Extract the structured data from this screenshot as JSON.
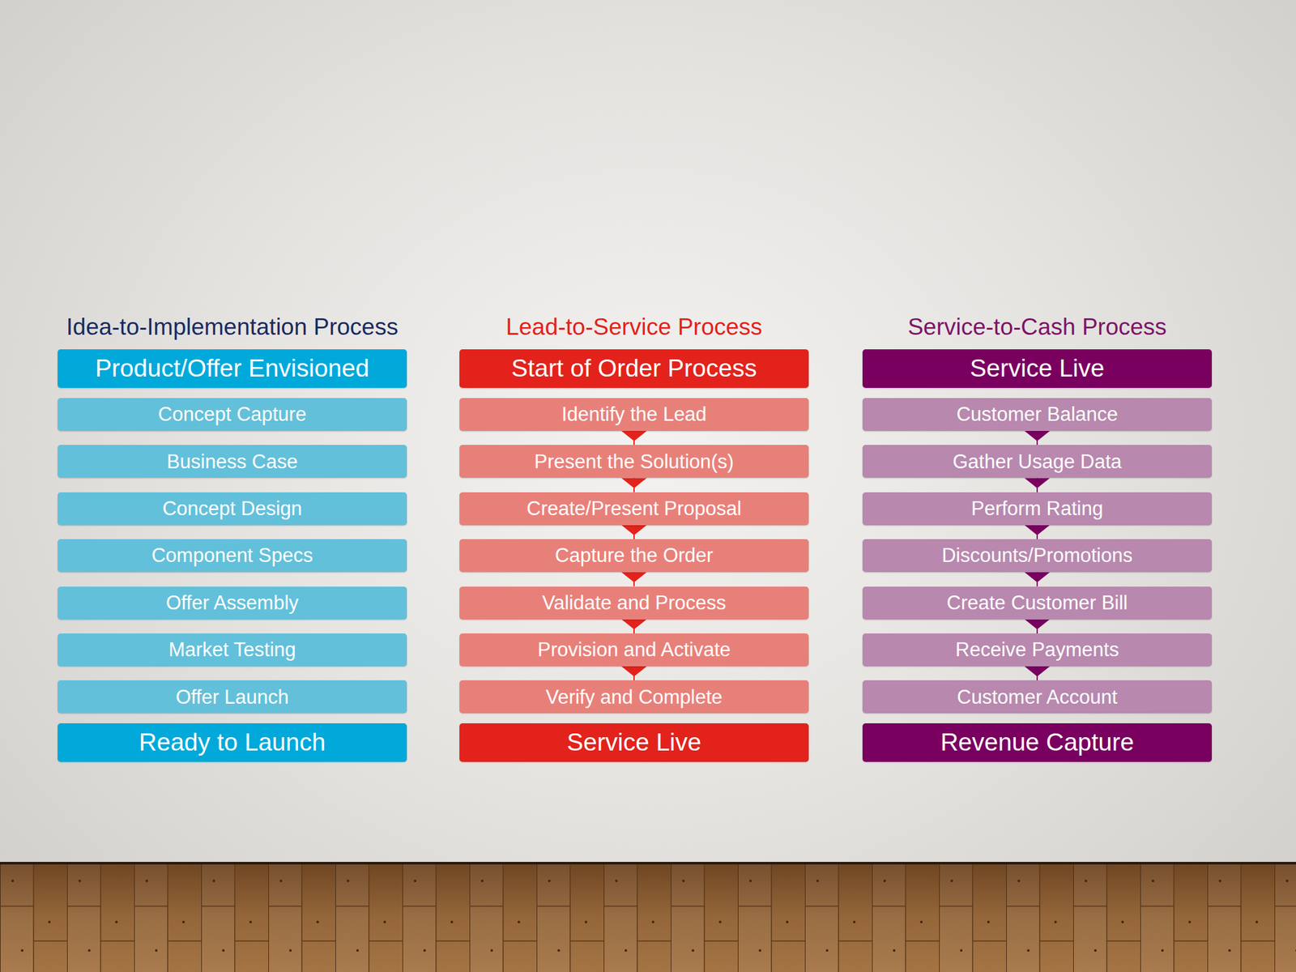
{
  "diagram": {
    "nodes": [
      {
        "text": [
          "Product/Offer Envisioned"
        ]
      },
      {
        "text": [
          "Concept Capture"
        ]
      },
      {
        "text": [
          "Business Case"
        ]
      },
      {
        "text": [
          "Concept Design"
        ]
      },
      {
        "text": [
          "Component Specs"
        ]
      },
      {
        "text": [
          "Offer Assembly"
        ]
      },
      {
        "text": [
          "Market Testing"
        ]
      },
      {
        "text": [
          "Offer Launch"
        ]
      },
      {
        "text": [
          "Ready to Launch"
        ]
      },
      {
        "text": [
          "Start of Order Process"
        ]
      },
      {
        "text": [
          "Identify the Lead"
        ]
      },
      {
        "text": [
          "Present the Solution(s)"
        ]
      },
      {
        "text": [
          "Create/Present Proposal"
        ]
      },
      {
        "text": [
          "Capture the Order"
        ]
      },
      {
        "text": [
          "Validate and Process"
        ]
      },
      {
        "text": [
          "Provision and Activate"
        ]
      },
      {
        "text": [
          "Verify and Complete"
        ]
      },
      {
        "text": [
          "Service Live"
        ]
      },
      {
        "text": [
          "Service Live"
        ]
      },
      {
        "text": [
          "Customer Balance"
        ]
      },
      {
        "text": [
          "Gather Usage Data"
        ]
      },
      {
        "text": [
          "Perform Rating"
        ]
      },
      {
        "text": [
          "Discounts/Promotions"
        ]
      },
      {
        "text": [
          "Create Customer Bill"
        ]
      },
      {
        "text": [
          "Receive Payments"
        ]
      },
      {
        "text": [
          "Customer Account"
        ]
      },
      {
        "text": [
          "Revenue Capture"
        ]
      }
    ],
    "edges": [
      {
        "from": 10,
        "to": 11,
        "arrow": "to"
      },
      {
        "from": 11,
        "to": 12,
        "arrow": "to"
      },
      {
        "from": 12,
        "to": 13,
        "arrow": "to"
      },
      {
        "from": 13,
        "to": 14,
        "arrow": "to"
      },
      {
        "from": 14,
        "to": 15,
        "arrow": "to"
      },
      {
        "from": 15,
        "to": 16,
        "arrow": "to"
      },
      {
        "from": 19,
        "to": 20,
        "arrow": "to"
      },
      {
        "from": 20,
        "to": 21,
        "arrow": "to"
      },
      {
        "from": 21,
        "to": 22,
        "arrow": "to"
      },
      {
        "from": 22,
        "to": 23,
        "arrow": "to"
      },
      {
        "from": 23,
        "to": 24,
        "arrow": "to"
      },
      {
        "from": 24,
        "to": 25,
        "arrow": "to"
      }
    ],
    "labels": [
      "Idea-to-Implementation Process",
      "Lead-to-Service Process",
      "Service-to-Cash Process"
    ]
  }
}
